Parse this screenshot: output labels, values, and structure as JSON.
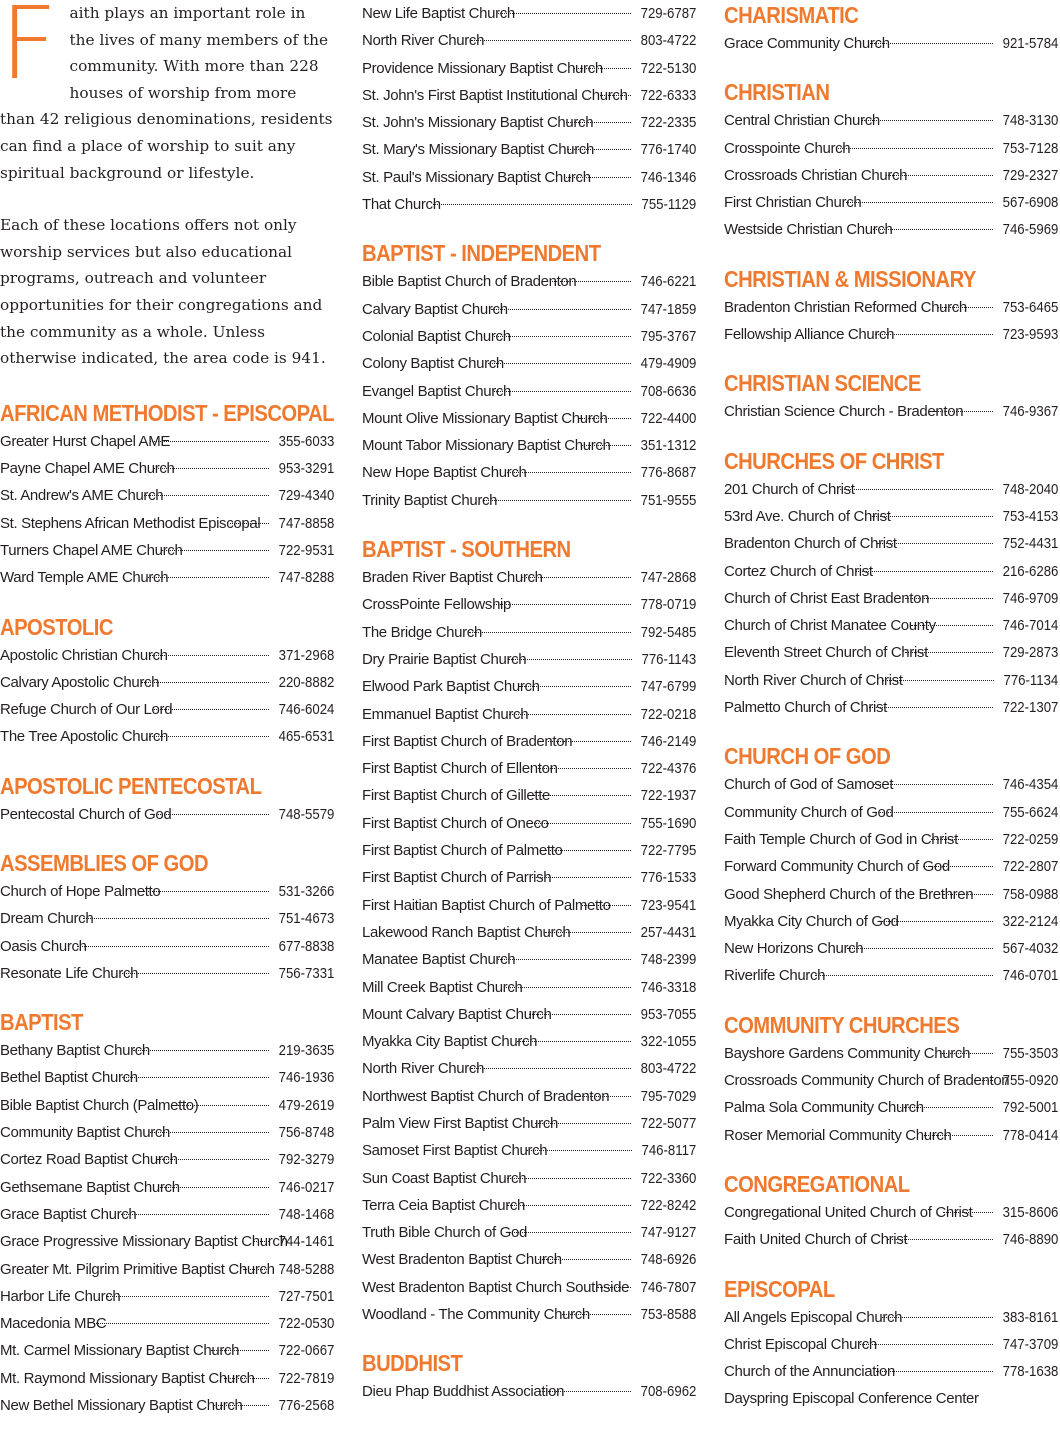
{
  "intro": {
    "dropcap": "F",
    "paragraph1": "aith plays an important role in the lives of many members of the community. With more than 228 houses of worship from more than 42 religious denominations, residents can find a place of worship to suit any spiritual background or lifestyle.",
    "paragraph2": "Each of these locations offers not only worship services but also educational programs, outreach and volunteer opportunities for their congregations and the community as a whole. Unless otherwise indicated, the area code is 941."
  },
  "columns": [
    [
      {
        "heading": "AFRICAN METHODIST - EPISCOPAL",
        "entries": [
          {
            "name": "Greater Hurst Chapel AME",
            "phone": "355-6033"
          },
          {
            "name": "Payne Chapel AME Church",
            "phone": "953-3291"
          },
          {
            "name": "St. Andrew's AME Church",
            "phone": "729-4340"
          },
          {
            "name": "St. Stephens African Methodist Episcopal",
            "phone": "747-8858"
          },
          {
            "name": "Turners Chapel AME Church",
            "phone": "722-9531"
          },
          {
            "name": "Ward Temple AME Church",
            "phone": "747-8288"
          }
        ]
      },
      {
        "heading": "APOSTOLIC",
        "entries": [
          {
            "name": "Apostolic Christian Church",
            "phone": "371-2968"
          },
          {
            "name": "Calvary Apostolic Church",
            "phone": "220-8882"
          },
          {
            "name": "Refuge Church of Our Lord",
            "phone": "746-6024"
          },
          {
            "name": "The Tree Apostolic Church",
            "phone": "465-6531"
          }
        ]
      },
      {
        "heading": "APOSTOLIC PENTECOSTAL",
        "entries": [
          {
            "name": "Pentecostal Church of God",
            "phone": "748-5579"
          }
        ]
      },
      {
        "heading": "ASSEMBLIES OF GOD",
        "entries": [
          {
            "name": "Church of Hope Palmetto",
            "phone": "531-3266"
          },
          {
            "name": "Dream Church",
            "phone": "751-4673"
          },
          {
            "name": "Oasis Church",
            "phone": "677-8838"
          },
          {
            "name": "Resonate Life Church",
            "phone": "756-7331"
          }
        ]
      },
      {
        "heading": "BAPTIST",
        "entries": [
          {
            "name": "Bethany Baptist Church",
            "phone": "219-3635"
          },
          {
            "name": "Bethel Baptist Church",
            "phone": "746-1936"
          },
          {
            "name": "Bible Baptist Church (Palmetto)",
            "phone": "479-2619"
          },
          {
            "name": "Community Baptist Church",
            "phone": "756-8748"
          },
          {
            "name": "Cortez Road Baptist Church",
            "phone": "792-3279"
          },
          {
            "name": "Gethsemane Baptist Church",
            "phone": "746-0217"
          },
          {
            "name": "Grace Baptist Church",
            "phone": "748-1468"
          },
          {
            "name": "Grace Progressive Missionary Baptist Church",
            "phone": "744-1461"
          },
          {
            "name": "Greater Mt. Pilgrim Primitive Baptist Church",
            "phone": "748-5288"
          },
          {
            "name": "Harbor Life Church",
            "phone": "727-7501"
          },
          {
            "name": "Macedonia MBC",
            "phone": "722-0530"
          },
          {
            "name": "Mt. Carmel Missionary Baptist Church",
            "phone": "722-0667"
          },
          {
            "name": "Mt. Raymond Missionary Baptist Church",
            "phone": "722-7819"
          },
          {
            "name": "New Bethel Missionary Baptist Church",
            "phone": "776-2568"
          }
        ]
      }
    ],
    [
      {
        "heading": "",
        "entries": [
          {
            "name": "New Life Baptist Church",
            "phone": "729-6787"
          },
          {
            "name": "North River Church",
            "phone": "803-4722"
          },
          {
            "name": "Providence Missionary Baptist Church",
            "phone": "722-5130"
          },
          {
            "name": "St. John's First Baptist Institutional Church",
            "phone": "722-6333"
          },
          {
            "name": "St. John's Missionary Baptist Church",
            "phone": "722-2335"
          },
          {
            "name": "St. Mary's Missionary Baptist Church",
            "phone": "776-1740"
          },
          {
            "name": "St. Paul's Missionary Baptist Church",
            "phone": "746-1346"
          },
          {
            "name": "That Church",
            "phone": "755-1129"
          }
        ]
      },
      {
        "heading": "BAPTIST - INDEPENDENT",
        "entries": [
          {
            "name": "Bible Baptist Church of Bradenton",
            "phone": "746-6221"
          },
          {
            "name": "Calvary Baptist Church",
            "phone": "747-1859"
          },
          {
            "name": "Colonial Baptist Church",
            "phone": "795-3767"
          },
          {
            "name": "Colony Baptist Church",
            "phone": "479-4909"
          },
          {
            "name": "Evangel Baptist Church",
            "phone": "708-6636"
          },
          {
            "name": "Mount Olive Missionary Baptist Church",
            "phone": "722-4400"
          },
          {
            "name": "Mount Tabor Missionary Baptist Church",
            "phone": "351-1312"
          },
          {
            "name": "New Hope Baptist Church",
            "phone": "776-8687"
          },
          {
            "name": "Trinity Baptist Church",
            "phone": "751-9555"
          }
        ]
      },
      {
        "heading": "BAPTIST - SOUTHERN",
        "entries": [
          {
            "name": "Braden River Baptist Church",
            "phone": "747-2868"
          },
          {
            "name": "CrossPointe Fellowship",
            "phone": "778-0719"
          },
          {
            "name": "The Bridge Church",
            "phone": "792-5485"
          },
          {
            "name": "Dry Prairie Baptist Church",
            "phone": "776-1143"
          },
          {
            "name": "Elwood Park Baptist Church",
            "phone": "747-6799"
          },
          {
            "name": "Emmanuel Baptist Church",
            "phone": "722-0218"
          },
          {
            "name": "First Baptist Church of Bradenton",
            "phone": "746-2149"
          },
          {
            "name": "First Baptist Church of Ellenton",
            "phone": "722-4376"
          },
          {
            "name": "First Baptist Church of Gillette",
            "phone": "722-1937"
          },
          {
            "name": "First Baptist Church of Oneco",
            "phone": "755-1690"
          },
          {
            "name": "First Baptist Church of Palmetto",
            "phone": "722-7795"
          },
          {
            "name": "First Baptist Church of Parrish",
            "phone": "776-1533"
          },
          {
            "name": "First Haitian Baptist Church of Palmetto",
            "phone": "723-9541"
          },
          {
            "name": "Lakewood Ranch Baptist Church",
            "phone": "257-4431"
          },
          {
            "name": "Manatee Baptist Church",
            "phone": "748-2399"
          },
          {
            "name": "Mill Creek Baptist Church",
            "phone": "746-3318"
          },
          {
            "name": "Mount Calvary Baptist Church",
            "phone": "953-7055"
          },
          {
            "name": "Myakka City Baptist Church",
            "phone": "322-1055"
          },
          {
            "name": "North River Church",
            "phone": "803-4722"
          },
          {
            "name": "Northwest Baptist Church of Bradenton",
            "phone": "795-7029"
          },
          {
            "name": "Palm View First Baptist Church",
            "phone": "722-5077"
          },
          {
            "name": "Samoset First Baptist Church",
            "phone": "746-8117"
          },
          {
            "name": "Sun Coast Baptist Church",
            "phone": "722-3360"
          },
          {
            "name": "Terra Ceia Baptist Church",
            "phone": "722-8242"
          },
          {
            "name": "Truth Bible Church of God",
            "phone": "747-9127"
          },
          {
            "name": "West Bradenton Baptist Church",
            "phone": "748-6926"
          },
          {
            "name": "West Bradenton Baptist Church Southside",
            "phone": "746-7807"
          },
          {
            "name": "Woodland - The Community Church",
            "phone": "753-8588"
          }
        ]
      },
      {
        "heading": "BUDDHIST",
        "entries": [
          {
            "name": "Dieu Phap Buddhist Association",
            "phone": "708-6962"
          }
        ]
      }
    ],
    [
      {
        "heading": "CHARISMATIC",
        "entries": [
          {
            "name": "Grace Community Church",
            "phone": "921-5784"
          }
        ]
      },
      {
        "heading": "CHRISTIAN",
        "entries": [
          {
            "name": "Central Christian Church",
            "phone": "748-3130"
          },
          {
            "name": "Crosspointe Church",
            "phone": "753-7128"
          },
          {
            "name": "Crossroads Christian Church",
            "phone": "729-2327"
          },
          {
            "name": "First Christian Church",
            "phone": "567-6908"
          },
          {
            "name": "Westside Christian Church",
            "phone": "746-5969"
          }
        ]
      },
      {
        "heading": "CHRISTIAN & MISSIONARY",
        "entries": [
          {
            "name": "Bradenton Christian Reformed Church",
            "phone": "753-6465"
          },
          {
            "name": "Fellowship Alliance Church",
            "phone": "723-9593"
          }
        ]
      },
      {
        "heading": "CHRISTIAN SCIENCE",
        "entries": [
          {
            "name": "Christian Science Church - Bradenton",
            "phone": "746-9367"
          }
        ]
      },
      {
        "heading": "CHURCHES OF CHRIST",
        "entries": [
          {
            "name": "201 Church of Christ",
            "phone": "748-2040"
          },
          {
            "name": "53rd Ave. Church of Christ",
            "phone": "753-4153"
          },
          {
            "name": "Bradenton Church of Christ",
            "phone": "752-4431"
          },
          {
            "name": "Cortez Church of Christ",
            "phone": "216-6286"
          },
          {
            "name": "Church of Christ East Bradenton",
            "phone": "746-9709"
          },
          {
            "name": "Church of Christ Manatee County",
            "phone": "746-7014"
          },
          {
            "name": "Eleventh Street Church of Christ",
            "phone": "729-2873"
          },
          {
            "name": "North River Church of Christ",
            "phone": "776-1134"
          },
          {
            "name": "Palmetto Church of Christ",
            "phone": "722-1307"
          }
        ]
      },
      {
        "heading": "CHURCH OF GOD",
        "entries": [
          {
            "name": "Church of God of Samoset",
            "phone": "746-4354"
          },
          {
            "name": "Community Church of God",
            "phone": "755-6624"
          },
          {
            "name": "Faith Temple Church of God in Christ",
            "phone": "722-0259"
          },
          {
            "name": "Forward Community Church of God",
            "phone": "722-2807"
          },
          {
            "name": "Good Shepherd Church of the Brethren",
            "phone": "758-0988"
          },
          {
            "name": "Myakka City Church of God",
            "phone": "322-2124"
          },
          {
            "name": "New Horizons Church",
            "phone": "567-4032"
          },
          {
            "name": "Riverlife Church",
            "phone": "746-0701"
          }
        ]
      },
      {
        "heading": "COMMUNITY CHURCHES",
        "entries": [
          {
            "name": "Bayshore Gardens Community Church",
            "phone": "755-3503"
          },
          {
            "name": "Crossroads Community Church of Bradenton",
            "phone": "755-0920"
          },
          {
            "name": "Palma Sola Community Church",
            "phone": "792-5001"
          },
          {
            "name": "Roser Memorial Community Church",
            "phone": "778-0414"
          }
        ]
      },
      {
        "heading": "CONGREGATIONAL",
        "entries": [
          {
            "name": "Congregational United Church of Christ",
            "phone": "315-8606"
          },
          {
            "name": "Faith United Church of Christ",
            "phone": "746-8890"
          }
        ]
      },
      {
        "heading": "EPISCOPAL",
        "entries": [
          {
            "name": "All Angels Episcopal Church",
            "phone": "383-8161"
          },
          {
            "name": "Christ Episcopal Church",
            "phone": "747-3709"
          },
          {
            "name": "Church of the Annunciation",
            "phone": "778-1638"
          },
          {
            "name": "Dayspring Episcopal Conference Center",
            "phone": ""
          }
        ]
      }
    ]
  ]
}
